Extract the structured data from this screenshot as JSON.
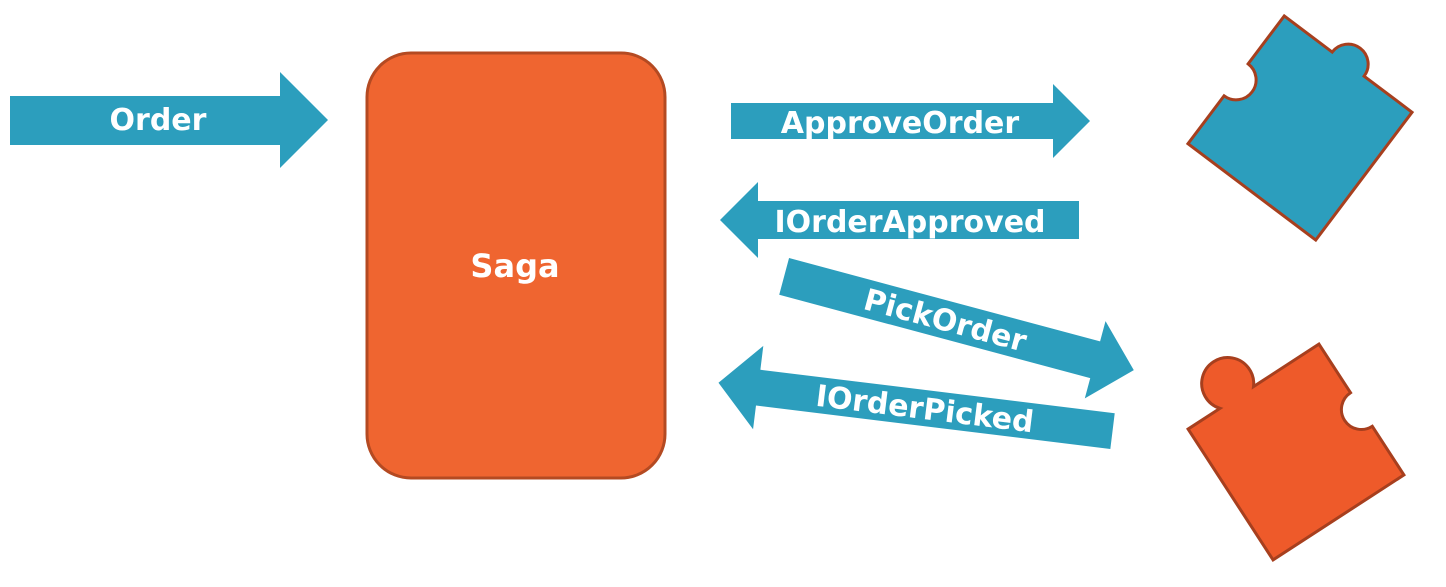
{
  "diagram": {
    "colors": {
      "message_blue": "#2c9ebd",
      "saga_orange": "#ef6530",
      "saga_border": "#b44a22",
      "puzzle_orange": "#ee5a2a",
      "puzzle_border": "#a73f1e",
      "label_white": "#ffffff"
    },
    "saga": {
      "label": "Saga"
    },
    "messages": {
      "order": "Order",
      "approve_order": "ApproveOrder",
      "order_approved": "IOrderApproved",
      "pick_order": "PickOrder",
      "order_picked": "IOrderPicked"
    },
    "services": [
      {
        "icon": "puzzle-piece-icon",
        "color": "blue"
      },
      {
        "icon": "puzzle-piece-icon",
        "color": "orange"
      }
    ]
  }
}
